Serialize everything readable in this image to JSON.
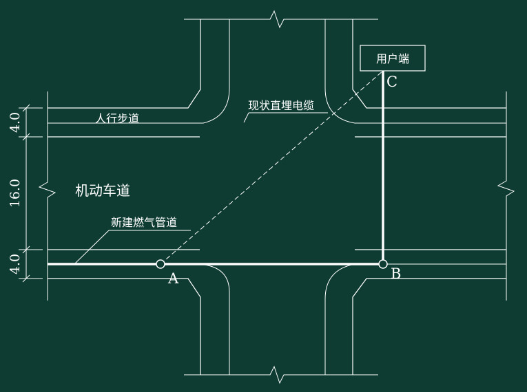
{
  "labels": {
    "sidewalk": "人行步道",
    "carriageway": "机动车道",
    "existing_cable": "现状直埋电缆",
    "new_gas_pipe": "新建燃气管道",
    "user_end": "用户端"
  },
  "points": {
    "a": "A",
    "b": "B",
    "c": "C"
  },
  "dimensions": {
    "top_sidewalk": "4.0",
    "carriageway": "16.0",
    "bottom_sidewalk": "4.0"
  },
  "colors": {
    "background": "#0e3c32",
    "lines": "#ffffff"
  }
}
